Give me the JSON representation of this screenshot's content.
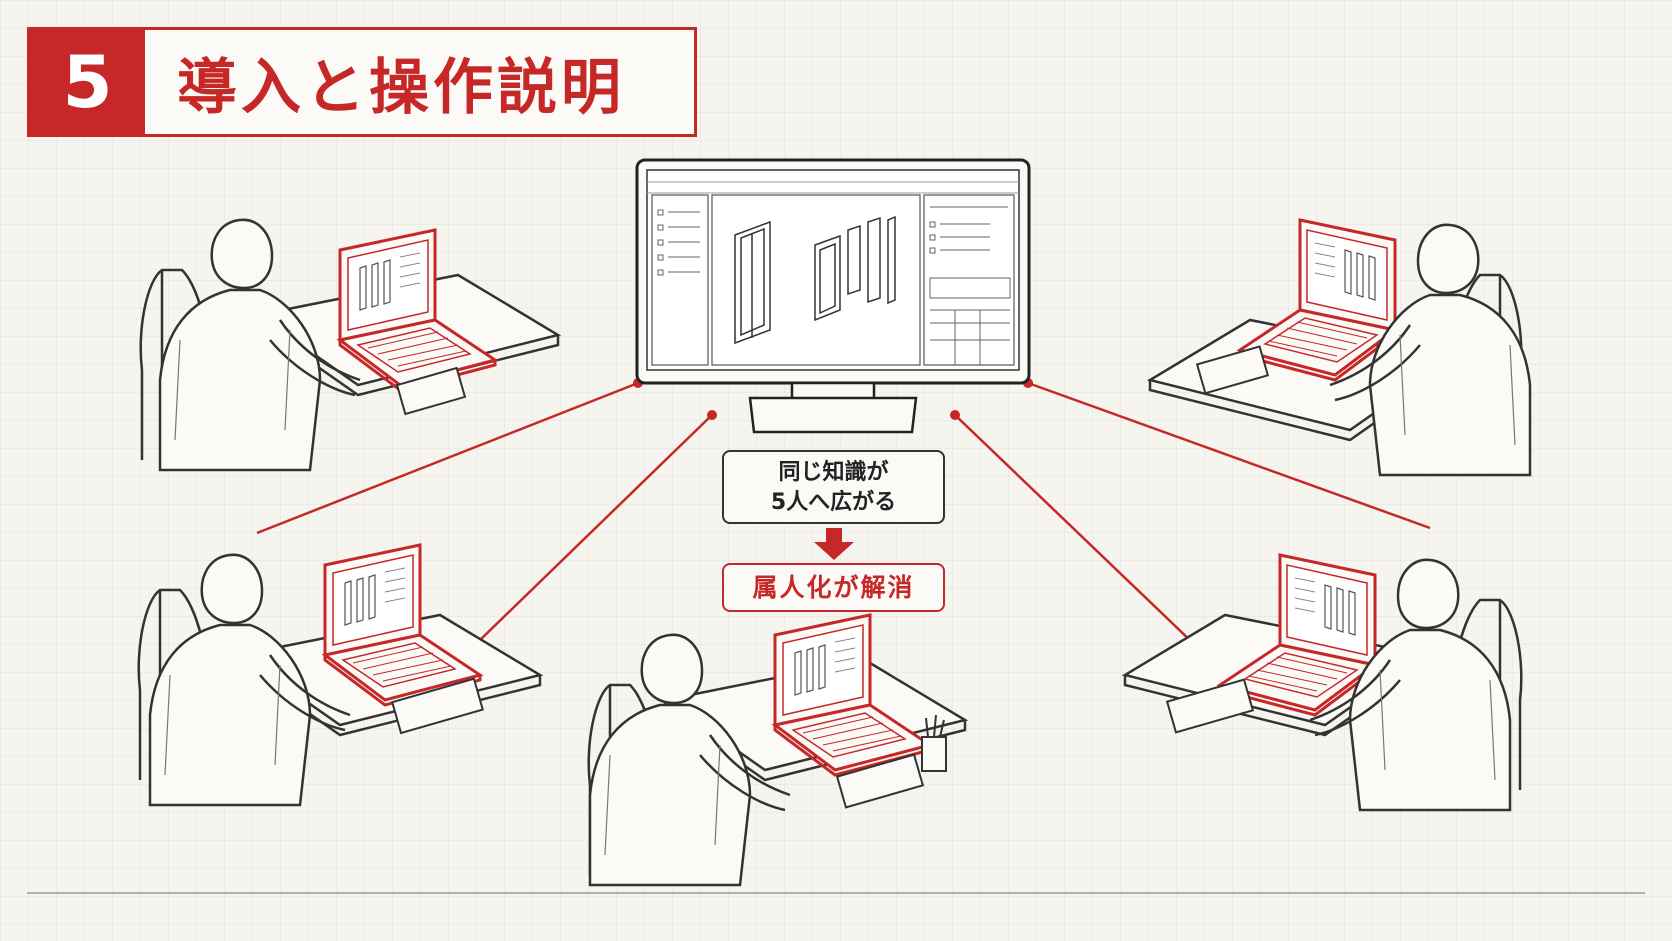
{
  "title": {
    "number": "5",
    "text": "導入と操作説明"
  },
  "callout": {
    "knowledge_line1": "同じ知識が",
    "knowledge_line2": "5人へ広がる",
    "result": "属人化が解消"
  },
  "colors": {
    "accent": "#c62828",
    "ink": "#333333",
    "background": "#f6f4ef"
  }
}
